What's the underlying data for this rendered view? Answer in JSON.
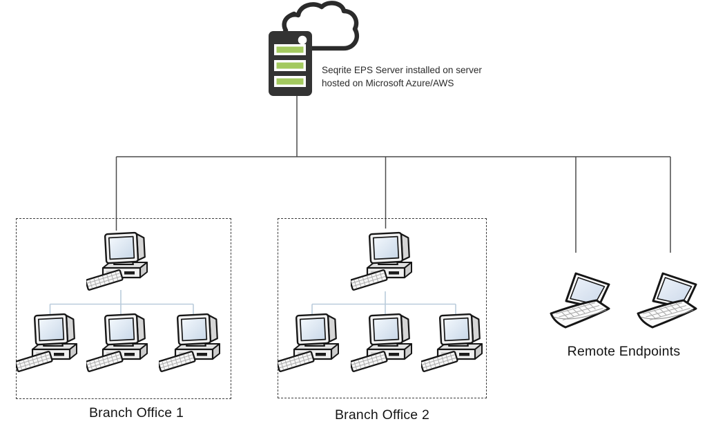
{
  "diagram": {
    "type": "network-topology",
    "server": {
      "icon": "cloud-server-icon",
      "caption": {
        "line1": "Seqrite EPS Server installed on server",
        "line2": "hosted on Microsoft Azure/AWS"
      }
    },
    "branch_offices": [
      {
        "label": "Branch Office 1",
        "distribution_computers": 1,
        "endpoint_computers": 3
      },
      {
        "label": "Branch Office 2",
        "distribution_computers": 1,
        "endpoint_computers": 3
      }
    ],
    "remote": {
      "label": "Remote Endpoints",
      "laptop_count": 2
    },
    "icons": [
      "cloud-icon",
      "server-icon",
      "desktop-computer-icon",
      "laptop-icon"
    ]
  },
  "colors": {
    "background": "#ffffff",
    "server_body": "#333333",
    "server_led_green": "#a3c95f",
    "cloud_outline": "#2b2b2b",
    "wire_dark": "#4a4a4a",
    "wire_light": "#b9cbdb",
    "text": "#141414"
  }
}
